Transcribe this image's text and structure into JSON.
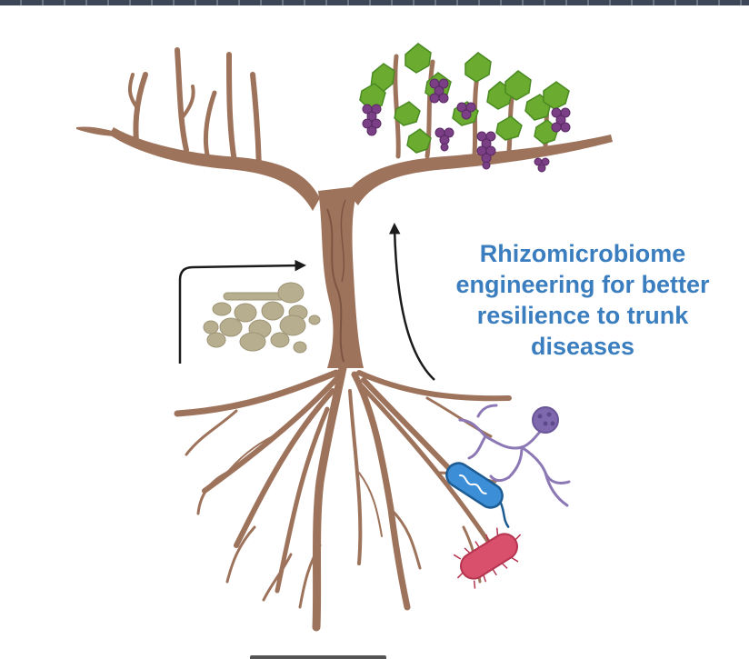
{
  "caption": {
    "lines": [
      "Rhizomicrobiome",
      "engineering for better",
      "resilience to trunk",
      "diseases"
    ]
  },
  "colors": {
    "wood": "#9e735c",
    "wood_dark": "#7c5543",
    "caption_blue": "#3a7ebf",
    "leaf": "#6bab2f",
    "leaf_dark": "#4a8a22",
    "grape": "#7b3f86",
    "grape_dark": "#5a2a65",
    "fungus_tan": "#b7ae90",
    "fungus_purple": "#8c78b5",
    "bacterium_blue": "#3c8fd6",
    "bacterium_red": "#d9506c",
    "arrow": "#1b1b1b"
  },
  "icons": [
    "grapevine-trunk-icon",
    "grape-leaf-icon",
    "grape-cluster-icon",
    "soil-fungus-icon",
    "mycorrhiza-icon",
    "rod-bacterium-blue-icon",
    "rod-bacterium-red-icon",
    "arrow-icon"
  ]
}
